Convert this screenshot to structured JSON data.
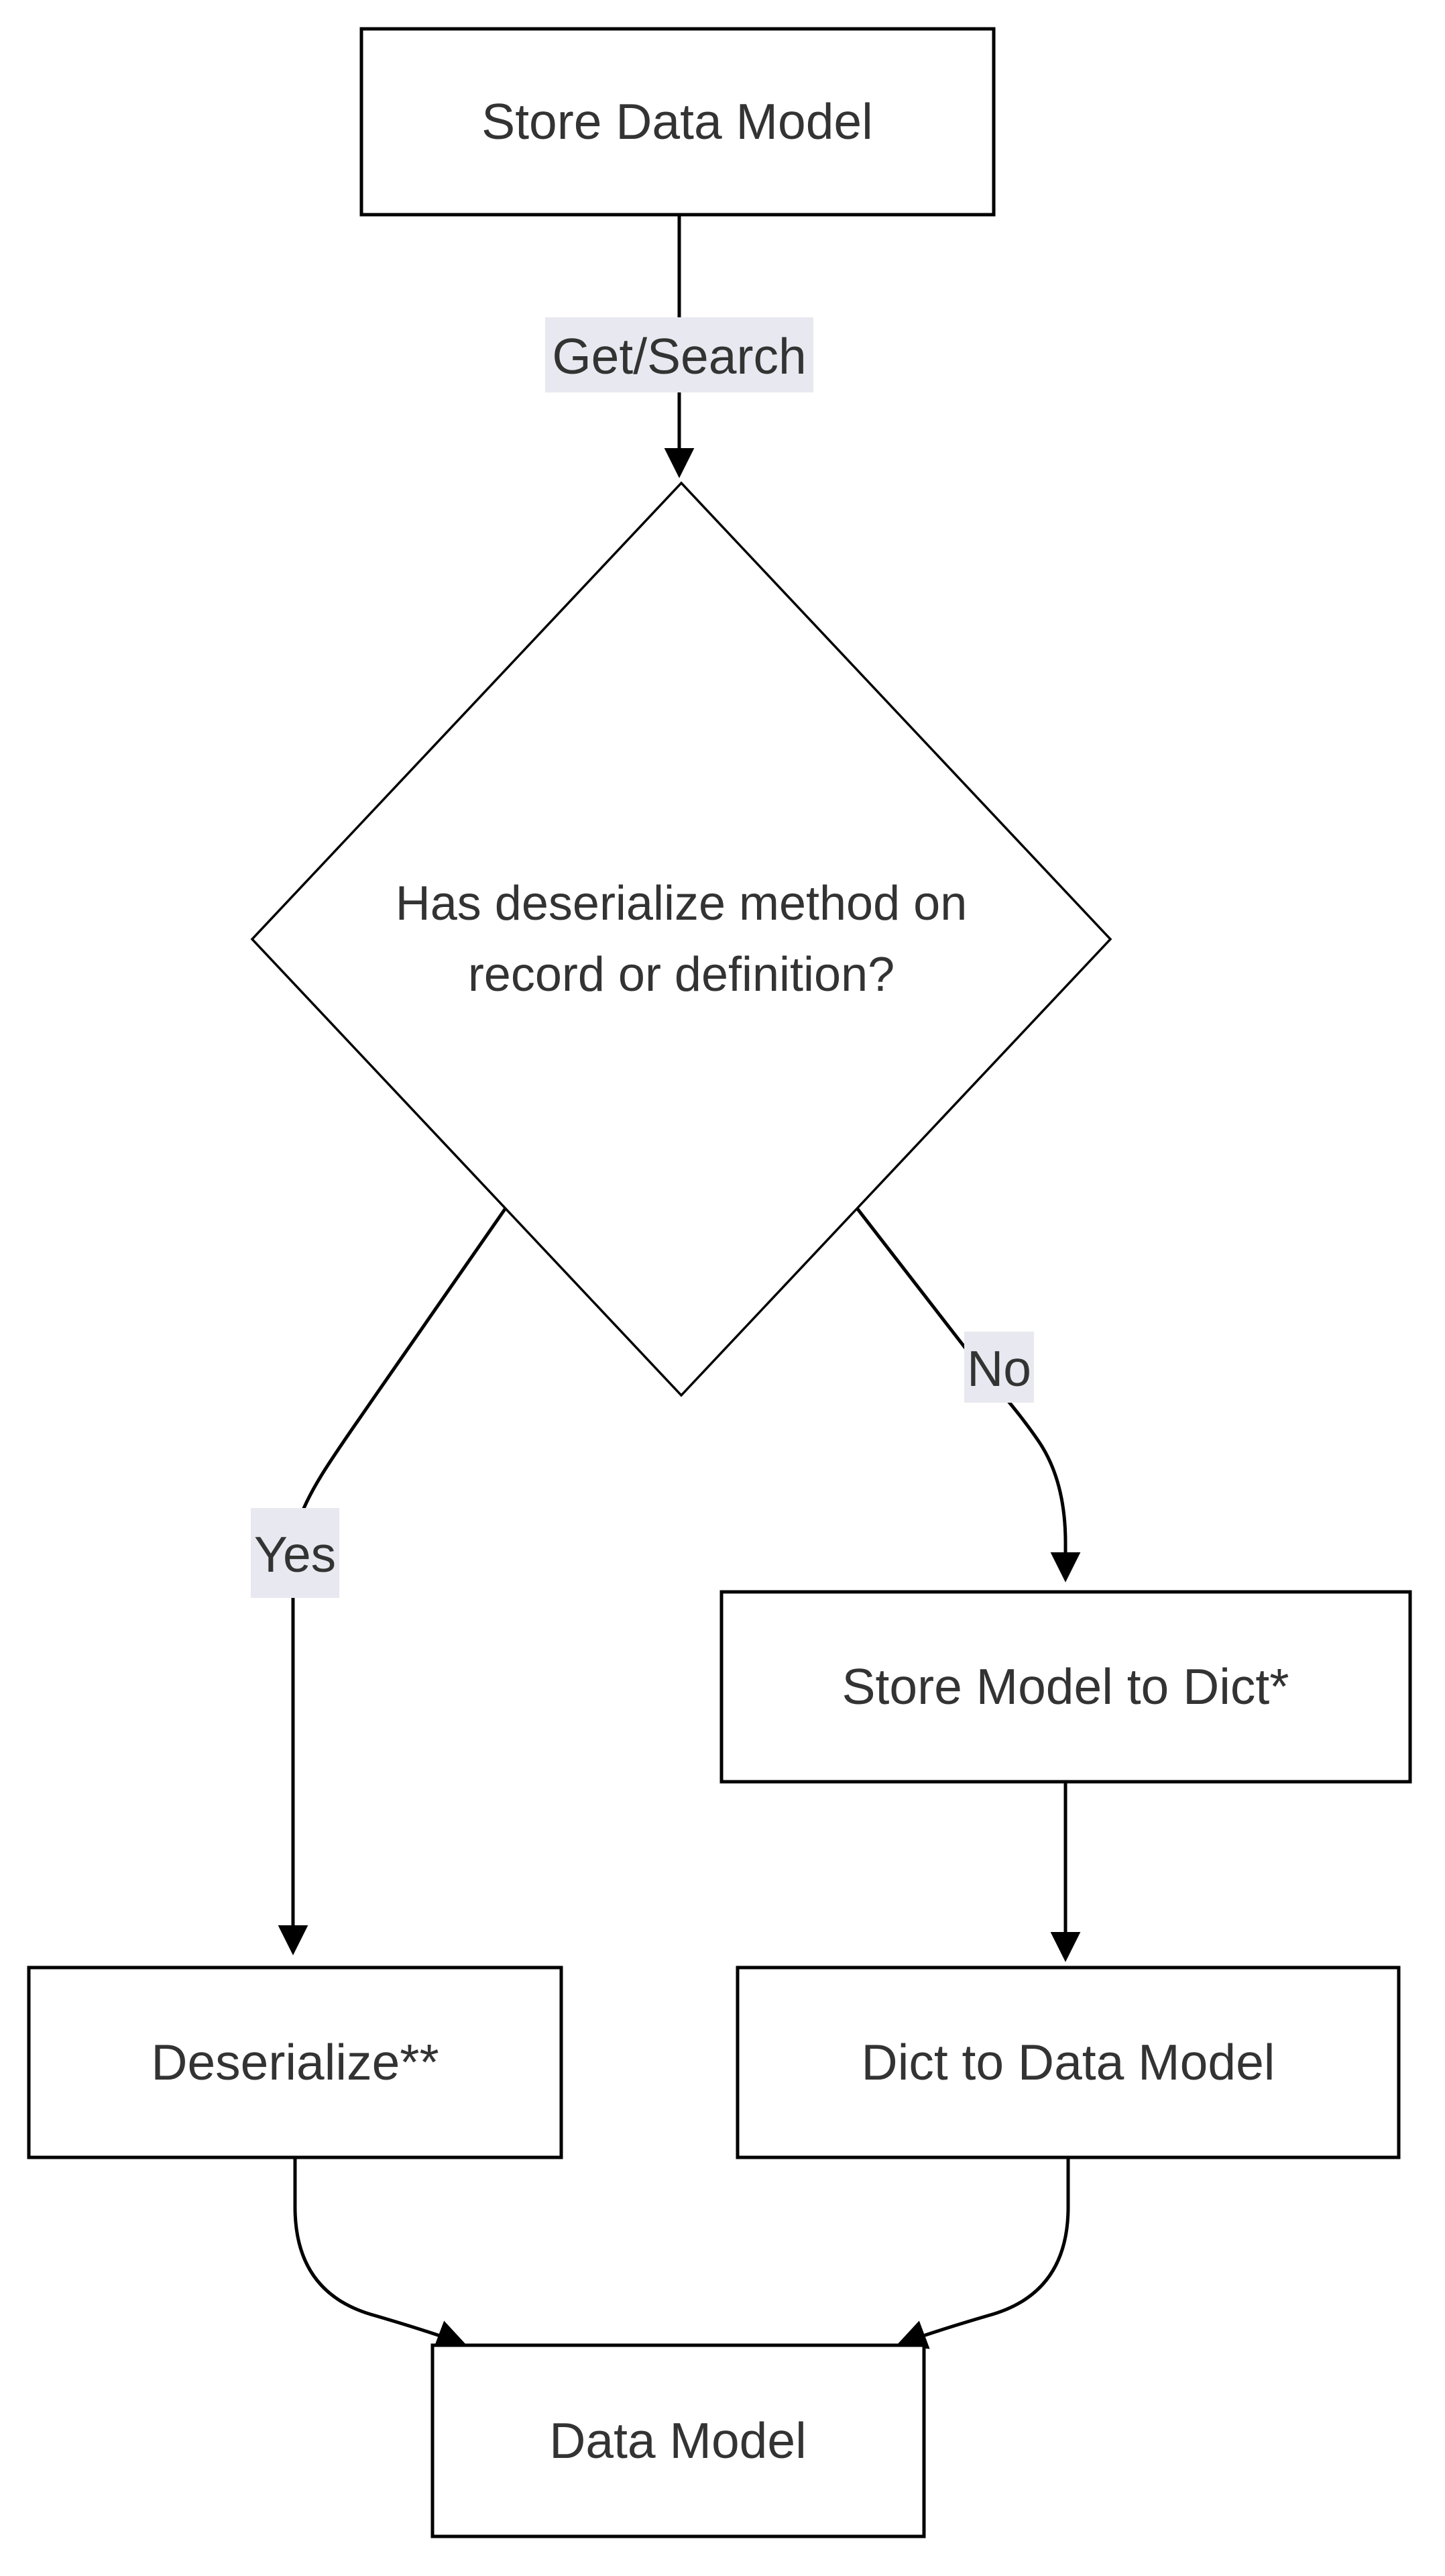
{
  "nodes": {
    "store_data_model": {
      "label": "Store Data Model"
    },
    "decision": {
      "label_line1": "Has deserialize method on",
      "label_line2": "record or definition?"
    },
    "store_model_to_dict": {
      "label": "Store Model to Dict*"
    },
    "deserialize": {
      "label": "Deserialize**"
    },
    "dict_to_data_model": {
      "label": "Dict to Data Model"
    },
    "data_model": {
      "label": "Data Model"
    }
  },
  "edges": {
    "get_search": {
      "label": "Get/Search"
    },
    "yes": {
      "label": "Yes"
    },
    "no": {
      "label": "No"
    }
  },
  "colors": {
    "node_fill": "#ffffff",
    "node_border": "#000000",
    "edge_stroke": "#000000",
    "text": "#333333",
    "edge_label_bg": "#e8e8f0",
    "page_bg": "#ffffff"
  }
}
